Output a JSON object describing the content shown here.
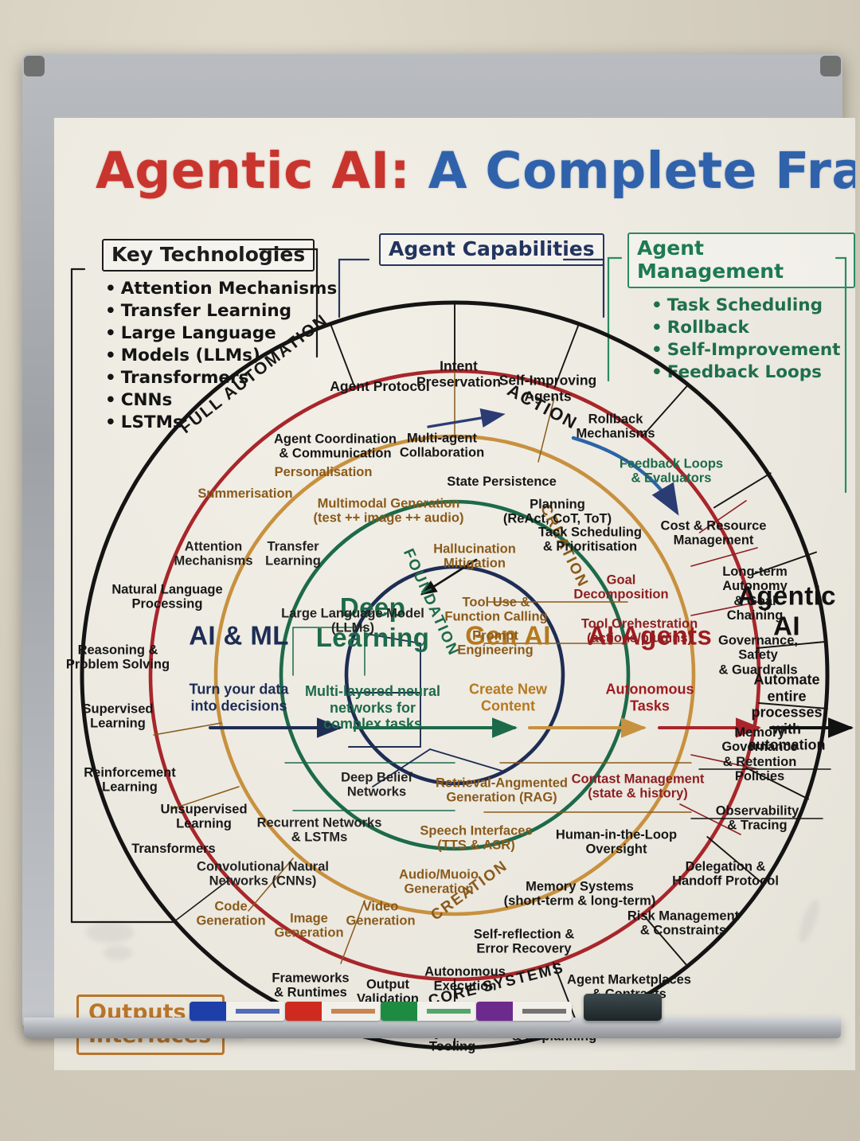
{
  "title": {
    "part1": "Agentic AI:",
    "part2": " A Complete Framework"
  },
  "legends": {
    "key_technologies": {
      "heading": "Key Technologies",
      "items": [
        "Attention Mechanisms",
        "Transfer Learning",
        "Large Language",
        "Models (LLMs)",
        "Transformers",
        "CNNs",
        "LSTMs"
      ]
    },
    "agent_capabilities": {
      "heading": "Agent Capabilities"
    },
    "agent_management": {
      "heading": "Agent Management",
      "items": [
        "Task Scheduling",
        "Rollback",
        "Self-Improvement",
        "Feedback Loops"
      ]
    },
    "outputs": {
      "line1": "Outputs &",
      "line2": "Interfaces"
    }
  },
  "ring_words": {
    "full_automation": "FULL AUTOMATION",
    "action": "ACTION",
    "creation_top": "CREATION",
    "foundation": "FOUNDATION",
    "creation_bottom": "CREATION",
    "core_systems": "CORE SYSTEMS"
  },
  "stages": [
    {
      "name": "AI & ML",
      "tagline": "Turn your data\ninto decisions",
      "color": "#1e2d54"
    },
    {
      "name": "Deep\nLearning",
      "tagline": "Multi-layered neural\nnetworks for\ncomplex tasks",
      "color": "#1d6a4a"
    },
    {
      "name": "Gen AI",
      "tagline": "Create New\nContent",
      "color": "#b5791f"
    },
    {
      "name": "AI Agents",
      "tagline": "Autonomous\nTasks",
      "color": "#9e1b1f"
    },
    {
      "name": "Agentic AI",
      "tagline": "Automate entire\nprocesses with\nautomation",
      "color": "#111111"
    }
  ],
  "core_circle": {
    "label": "AI & ML core",
    "items": [
      "Natural Language\nProcessing",
      "Reasoning &\nProblem Solving",
      "Supervised\nLearning",
      "Reinforcement\nLearning",
      "Unsupervised\nLearning",
      "Transformers"
    ]
  },
  "ring_foundation": {
    "label": "Deep Learning / Foundation ring",
    "items": [
      "Attention\nMechanisms",
      "Transfer\nLearning",
      "Large Language Model\n(LLMs)",
      "Deep Belief\nNetworks",
      "Recurrent Networks\n& LSTMs",
      "Convolutional Naural\nNetworks (CNNs)"
    ]
  },
  "ring_creation": {
    "label": "Gen AI / Creation ring",
    "items": [
      "Personalisation",
      "Summerisation",
      "Multimodal Generation\n(test ++ image ++ audio)",
      "Hallucination\nMitigation",
      "Tool Use &\nFunction Calling",
      "Prompt\nEngineering",
      "Retrieval-Angmented\nGeneration (RAG)",
      "Speech Interfaces\n(TTS & ASR)",
      "Audio/Muoio\nGeneration",
      "Video\nGeneration",
      "Image\nGeneration",
      "Code\nGeneration"
    ]
  },
  "ring_core_systems": {
    "label": "AI Agents / Core Systems ring",
    "items": [
      "Tack Scheduling\n& Prioritisation",
      "Goal\nDecomposition",
      "Tool Orehestration\n(actions/plugins)",
      "Contast Management\n(state & history)",
      "Human-in-the-Loop\nOversight",
      "Memory Systems\n(short-term & long-term)",
      "Self-reflection &\nError Recovery",
      "Autonomous\nExecution",
      "Output\nValidation",
      "Frameworks\n& Runtimes"
    ]
  },
  "ring_action": {
    "label": "Agentic AI / Action outer ring",
    "items": [
      "Agent Protocol",
      "Intent\nPreservation",
      "Self-Improving\nAgents",
      "Rollback\nMechanisms",
      "Agent Coordination\n& Communication",
      "Multi-agent\nCollaboration",
      "State Persistence",
      "Planning\n(ReAct, CoT, ToT)",
      "Feedback Loops\n& Evaluators",
      "Cost & Resource\nManagement",
      "Long-term Autonomy\n& Goal Chaining",
      "Governance, Safety\n& Guardralls",
      "Memory Governance\n& Retention Policies",
      "Observability\n& Tracing",
      "Delegation &\nHandoff Protocol",
      "Risk Management\n& Constraints",
      "Agent Marketplaces\n& Contracts",
      "Failure Recovery\n& Replanning",
      "Dynamic\nTooling"
    ]
  },
  "colors": {
    "navy": "#1e2d54",
    "green": "#1d6a4a",
    "orange": "#c8913f",
    "red": "#a8262b",
    "black": "#111111",
    "board": "#eeebe2"
  }
}
